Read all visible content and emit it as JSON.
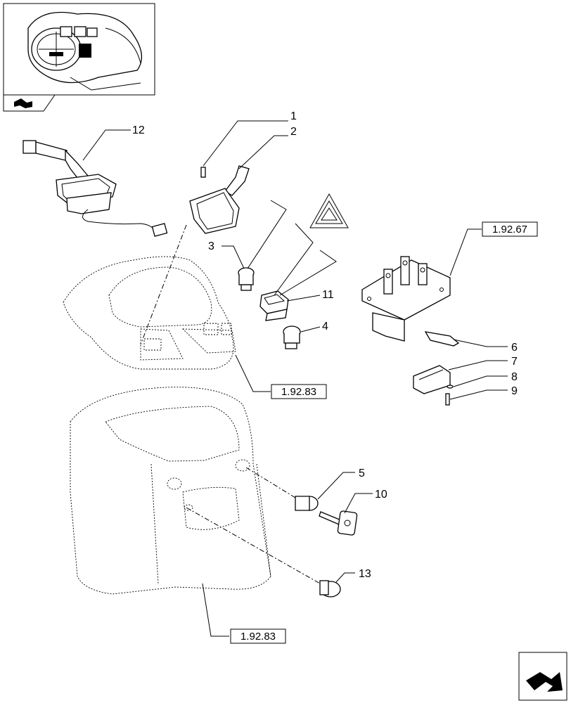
{
  "callouts": [
    "1",
    "2",
    "3",
    "4",
    "5",
    "6",
    "7",
    "8",
    "9",
    "10",
    "11",
    "12",
    "13"
  ],
  "refs": {
    "r67": "1.92.67",
    "r83a": "1.92.83",
    "r83b": "1.92.83"
  },
  "colors": {
    "line": "#000000",
    "background": "#ffffff"
  },
  "icons": {
    "thumbnail": "tractor-cab-thumbnail",
    "nav_small": "next-page-arrow-icon",
    "nav_large": "next-page-arrow-icon",
    "warning": "hazard-triangle-icon"
  }
}
